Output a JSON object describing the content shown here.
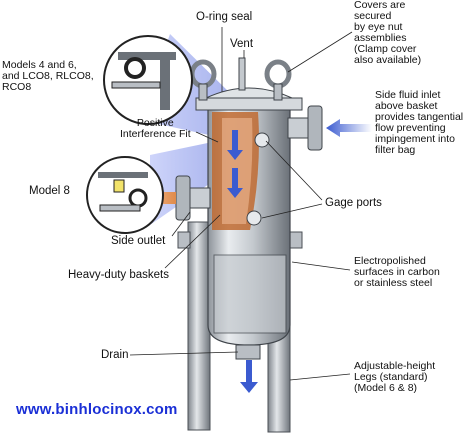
{
  "labels": {
    "oring_seal": "O-ring seal",
    "vent": "Vent",
    "covers": [
      "Covers are",
      "secured",
      "by eye nut",
      "assemblies",
      "(Clamp cover",
      "also available)"
    ],
    "models_4_6": [
      "Models 4 and 6,",
      "and LCO8, RLCO8,",
      "RCO8"
    ],
    "side_inlet": [
      "Side fluid inlet",
      "above basket",
      "provides tangential",
      "flow preventing",
      "impingement into",
      "filter bag"
    ],
    "positive_fit": [
      "Positive",
      "Interference Fit"
    ],
    "model_8": "Model 8",
    "gage_ports": "Gage ports",
    "side_outlet": "Side outlet",
    "heavy_duty": "Heavy-duty baskets",
    "electropolished": [
      "Electropolished",
      "surfaces in carbon",
      "or stainless steel"
    ],
    "drain": "Drain",
    "legs": [
      "Adjustable-height",
      "Legs (standard)",
      "(Model 6 & 8)"
    ]
  },
  "website": "www.binhlocinox.com",
  "colors": {
    "steel_light": "#e6e9ec",
    "steel_mid": "#b9bec4",
    "steel_dark": "#6b7178",
    "beam": "#aeb8f0",
    "flow_arrow": "#3b5bd0",
    "outlet_arrow": "#e08a4a",
    "bag_orange": "#c06a30",
    "url": "#1a2fd6"
  }
}
